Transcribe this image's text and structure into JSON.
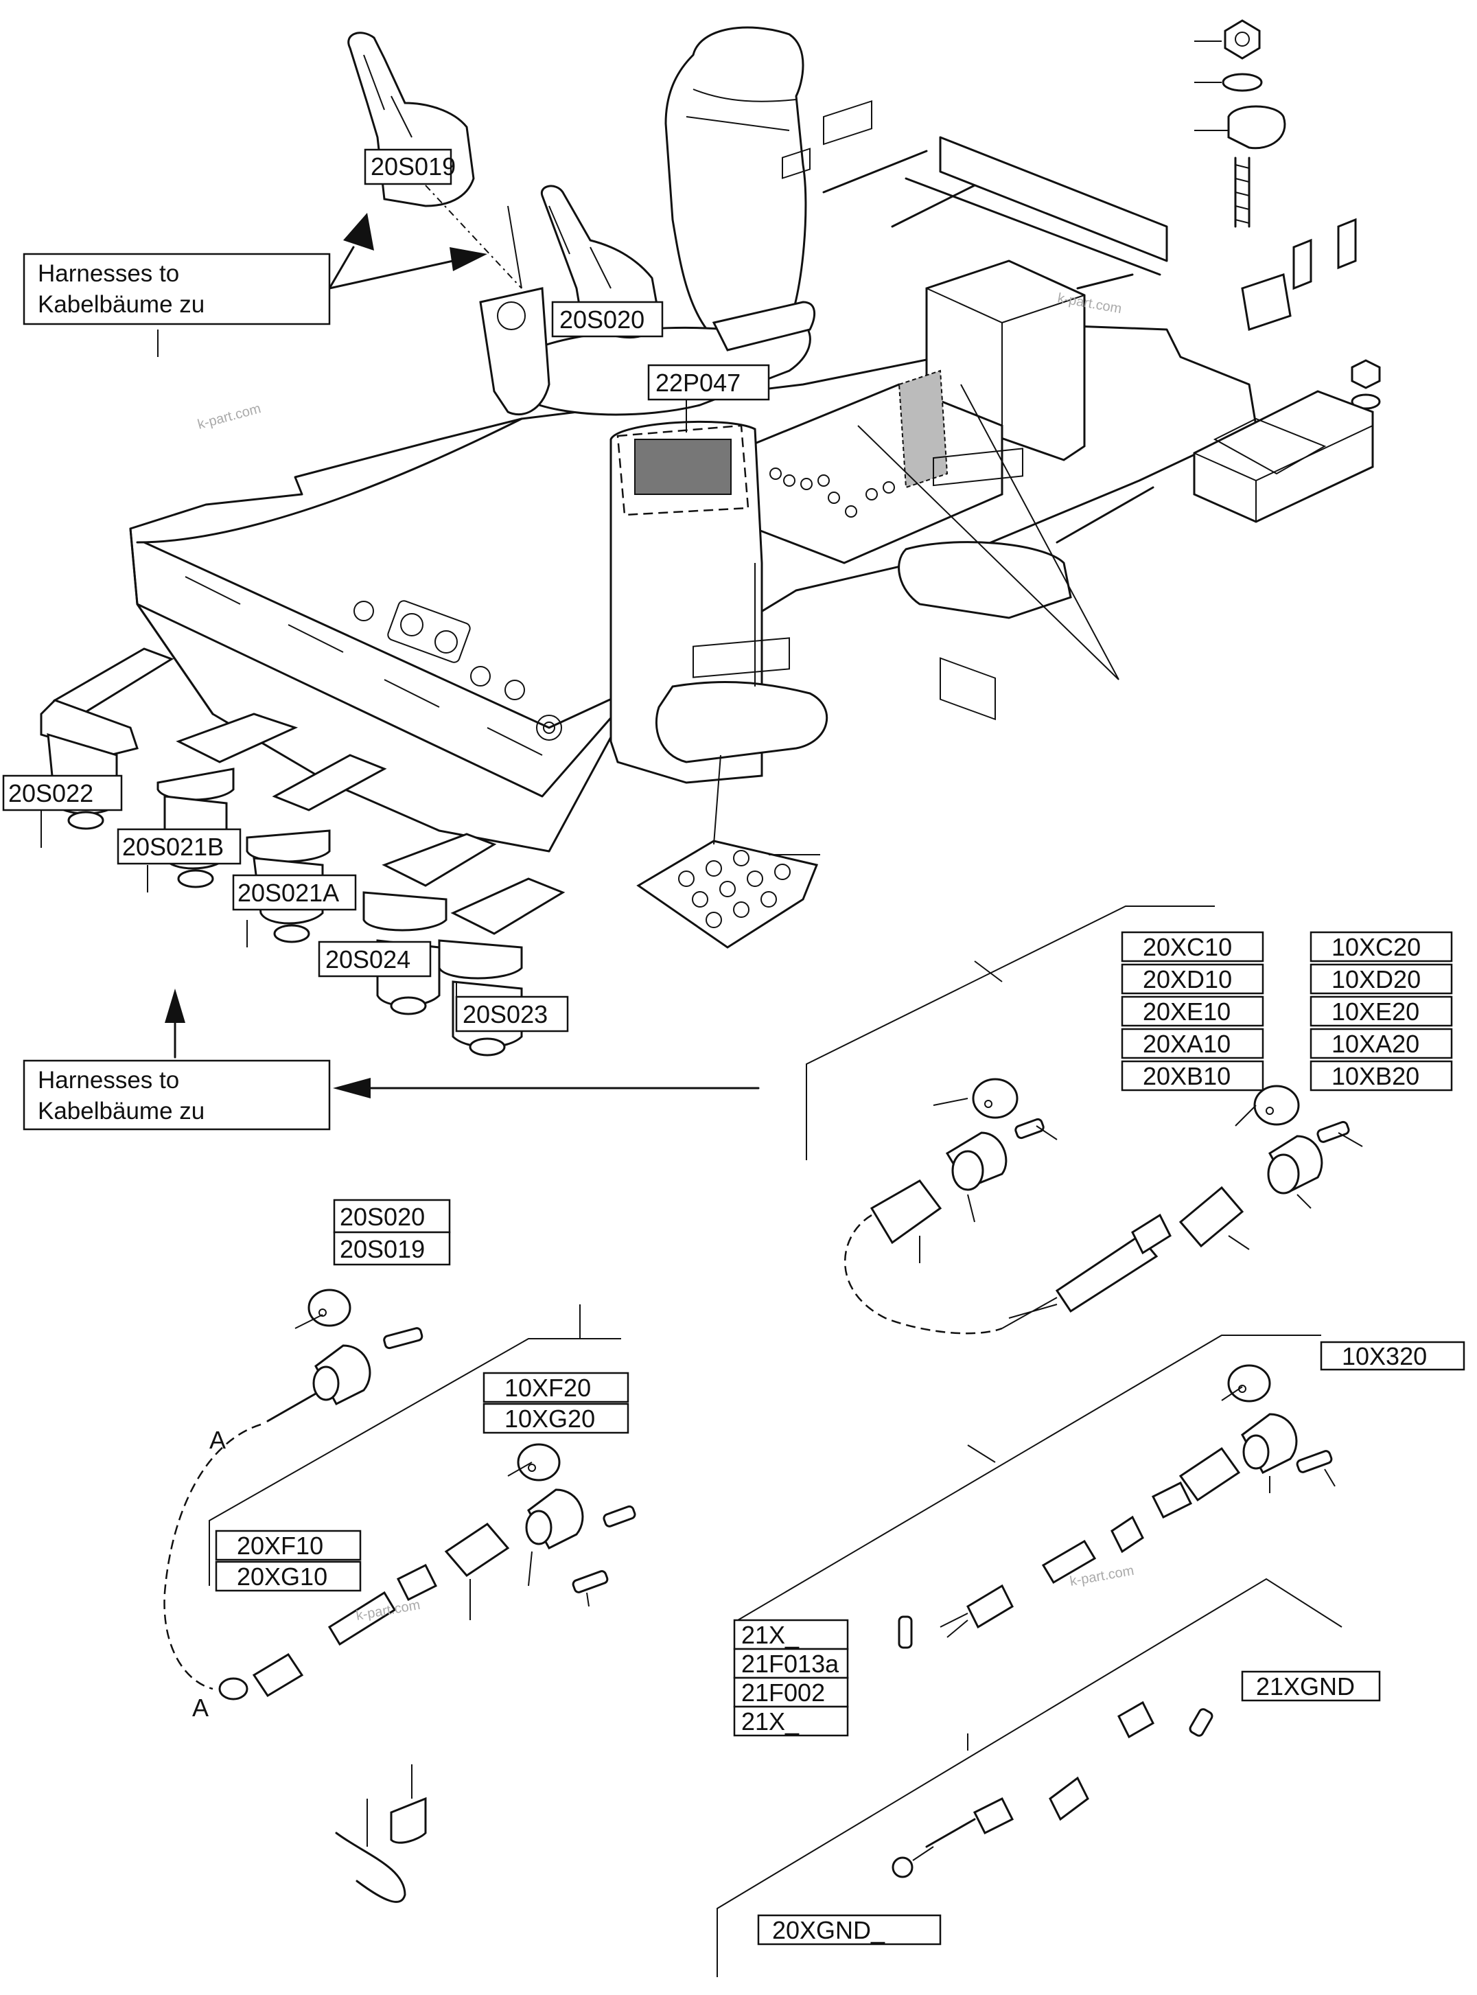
{
  "labels": {
    "s019": "20S019",
    "s020": "20S020",
    "p047": "22P047",
    "s022": "20S022",
    "s021b": "20S021B",
    "s021a": "20S021A",
    "s024": "20S024",
    "s023": "20S023",
    "xc10": "20XC10",
    "xd10": "20XD10",
    "xe10": "20XE10",
    "xa10": "20XA10",
    "xb10": "20XB10",
    "xc20": "10XC20",
    "xd20": "10XD20",
    "xe20": "10XE20",
    "xa20": "10XA20",
    "xb20": "10XB20",
    "s020b": "20S020",
    "s019b": "20S019",
    "xf20": "10XF20",
    "xg20": "10XG20",
    "xf10": "20XF10",
    "xg10": "20XG10",
    "x320": "10X320",
    "x21a": "21X_",
    "f013a": "21F013a",
    "f002": "21F002",
    "x21b": "21X_",
    "xgnd21": "21XGND",
    "xgnd20": "20XGND_"
  },
  "notes": {
    "harness_top_line1": "Harnesses to",
    "harness_top_line2": "Kabelbäume zu",
    "harness_bottom_line1": "Harnesses to",
    "harness_bottom_line2": "Kabelbäume zu"
  },
  "markers": {
    "a_top": "A",
    "a_bottom": "A"
  },
  "watermarks": [
    "k-part.com",
    "k-part.com",
    "k-part.com",
    "k-part.com"
  ]
}
